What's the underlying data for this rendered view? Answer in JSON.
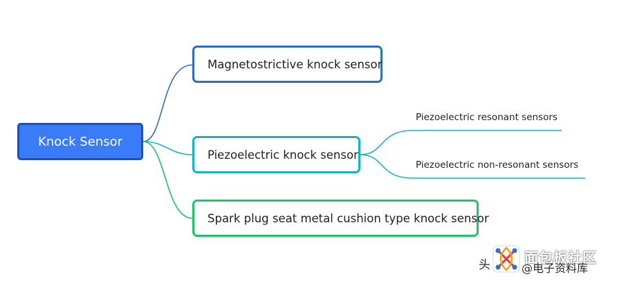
{
  "root": {
    "label": "Knock Sensor"
  },
  "branches": [
    {
      "label": "Magnetostrictive knock sensor",
      "color": "#2e6cc0"
    },
    {
      "label": "Piezoelectric knock sensor",
      "color": "#12b5c4",
      "children": [
        {
          "label": "Piezoelectric resonant sensors"
        },
        {
          "label": "Piezoelectric non-resonant sensors"
        }
      ]
    },
    {
      "label": "Spark plug seat metal cushion type knock sensor",
      "color": "#1fc466"
    }
  ],
  "root_colors": {
    "fill": "#3a7cf8",
    "border": "#1f4fb6"
  },
  "watermark": {
    "prefix": "头",
    "name": "面包板社区",
    "sub": "@电子资料库",
    "logo_icon": "network-logo-icon"
  }
}
